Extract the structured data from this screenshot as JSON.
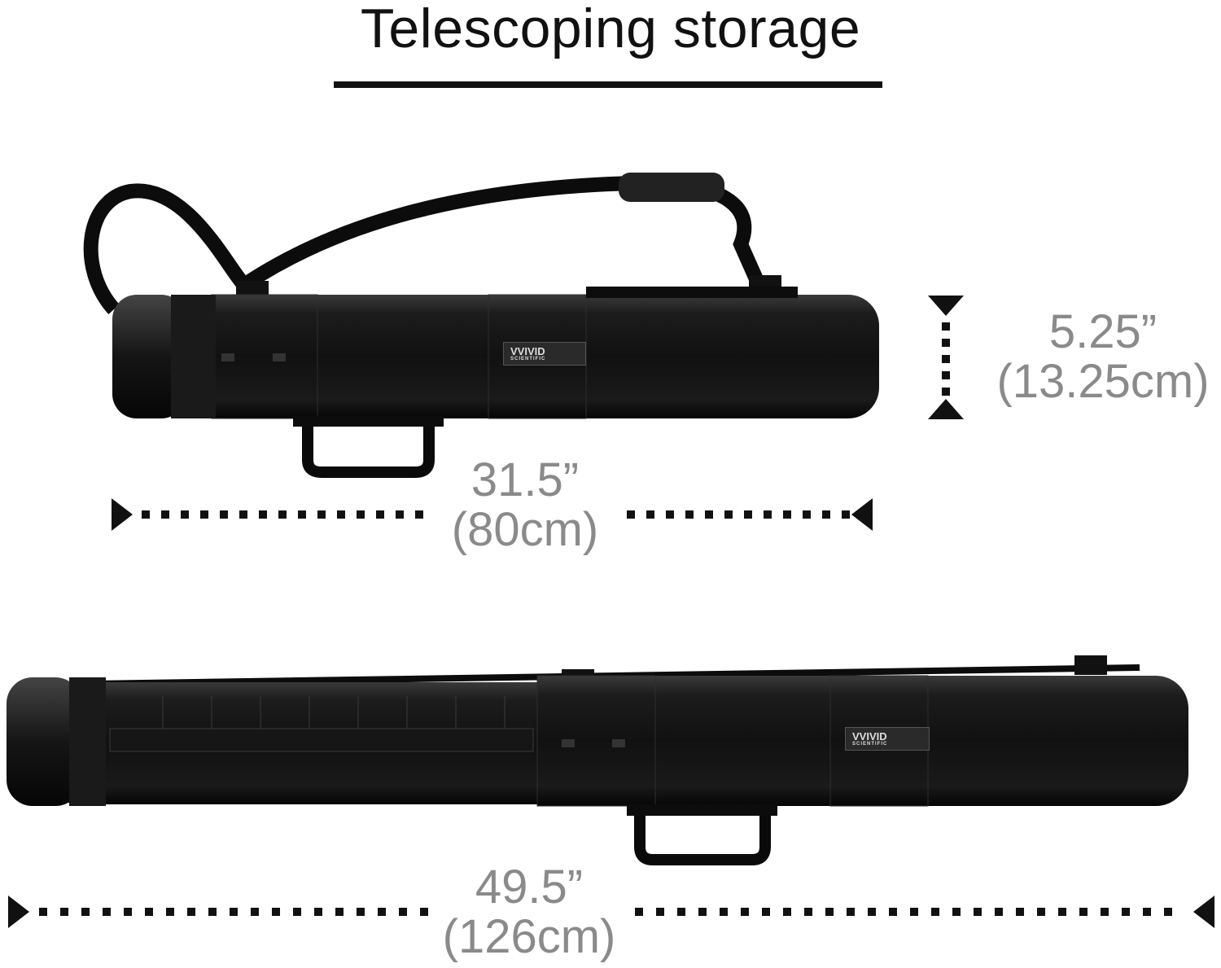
{
  "title": "Telescoping storage",
  "brand": {
    "name": "VVIVID",
    "sub": "SCIENTIFIC"
  },
  "dimensions": {
    "diameter": {
      "inches": "5.25”",
      "cm": "(13.25cm)"
    },
    "closed_length": {
      "inches": "31.5”",
      "cm": "(80cm)"
    },
    "extended_length": {
      "inches": "49.5”",
      "cm": "(126cm)"
    }
  },
  "colors": {
    "tube": "#151515",
    "label_text": "#8a8a8a",
    "markers": "#111111"
  }
}
